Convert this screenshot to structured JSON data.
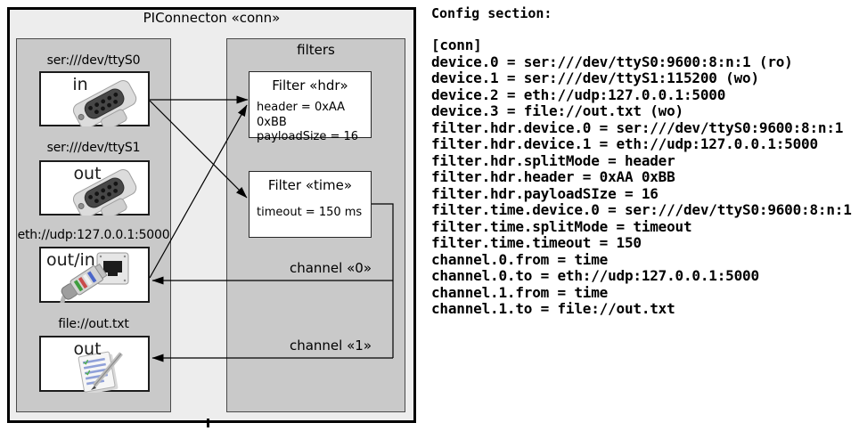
{
  "diagram": {
    "title": "PIConnecton «conn»",
    "devices": [
      {
        "label": "ser:///dev/ttyS0",
        "port": "in",
        "icon": "serial-connector-icon"
      },
      {
        "label": "ser:///dev/ttyS1",
        "port": "out",
        "icon": "serial-connector-icon"
      },
      {
        "label": "eth://udp:127.0.0.1:5000",
        "port": "out/in",
        "icon": "ethernet-connector-icon"
      },
      {
        "label": "file://out.txt",
        "port": "out",
        "icon": "notepad-icon"
      }
    ],
    "filters_panel_title": "filters",
    "filters": [
      {
        "title": "Filter «hdr»",
        "lines": [
          "header = 0xAA 0xBB",
          "payloadSize = 16"
        ]
      },
      {
        "title": "Filter «time»",
        "lines": [
          "timeout = 150 ms"
        ]
      }
    ],
    "channels": [
      {
        "label": "channel «0»"
      },
      {
        "label": "channel «1»"
      }
    ],
    "colors": {
      "outer_bg": "#ededed",
      "panel_bg": "#c9c9c9",
      "box_bg": "#ffffff",
      "line": "#000000"
    }
  },
  "config": {
    "heading": "Config section:",
    "lines": [
      "[conn]",
      "device.0 = ser:///dev/ttyS0:9600:8:n:1 (ro)",
      "device.1 = ser:///dev/ttyS1:115200 (wo)",
      "device.2 = eth://udp:127.0.0.1:5000",
      "device.3 = file://out.txt (wo)",
      "filter.hdr.device.0 = ser:///dev/ttyS0:9600:8:n:1",
      "filter.hdr.device.1 = eth://udp:127.0.0.1:5000",
      "filter.hdr.splitMode = header",
      "filter.hdr.header = 0xAA 0xBB",
      "filter.hdr.payloadSIze = 16",
      "filter.time.device.0 = ser:///dev/ttyS0:9600:8:n:1",
      "filter.time.splitMode = timeout",
      "filter.time.timeout = 150",
      "channel.0.from = time",
      "channel.0.to = eth://udp:127.0.0.1:5000",
      "channel.1.from = time",
      "channel.1.to = file://out.txt"
    ]
  }
}
